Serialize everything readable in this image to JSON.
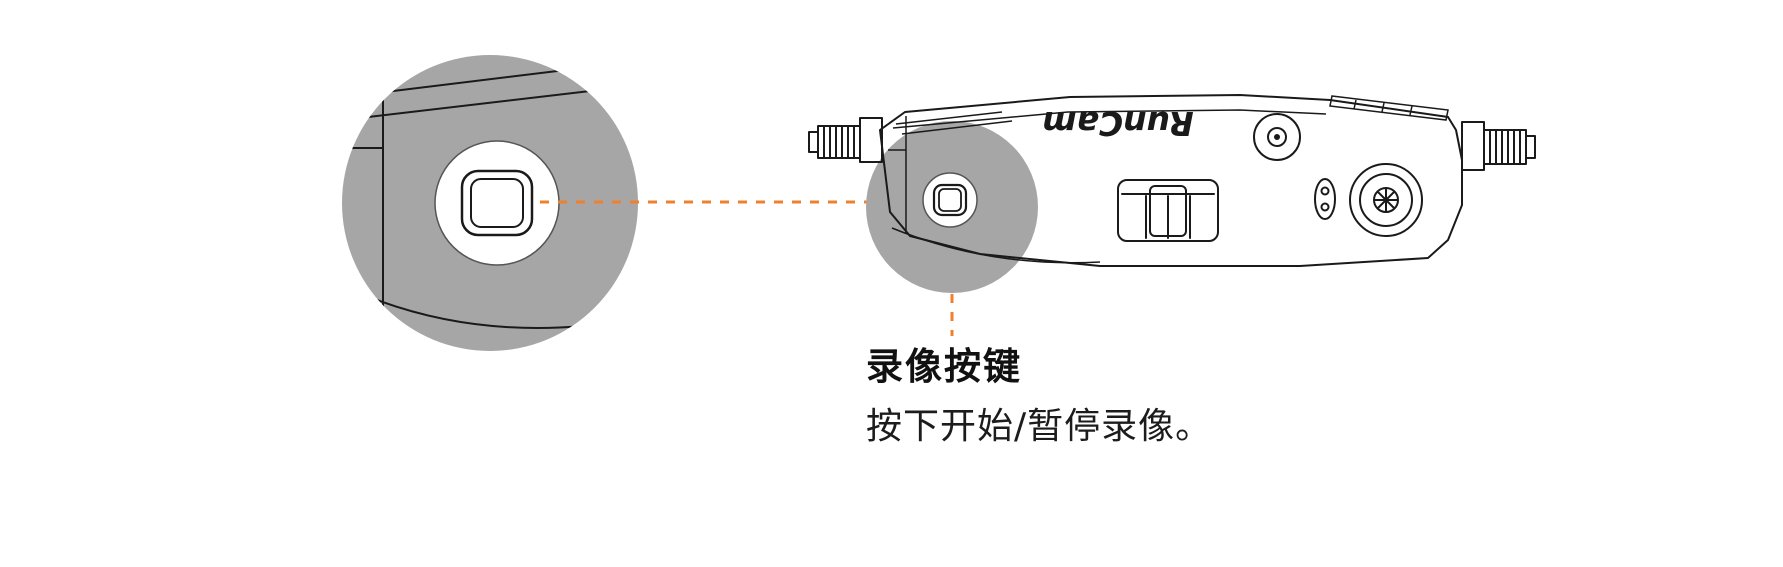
{
  "callout": {
    "title": "录像按键",
    "description": "按下开始/暂停录像。"
  },
  "device": {
    "brand": "RunCam"
  },
  "icons": {
    "record_button": "rounded-square-button",
    "lens": "camera-lens",
    "antenna_left": "threaded-antenna-connector",
    "antenna_right": "threaded-antenna-connector",
    "sma_connector": "round-connector"
  },
  "colors": {
    "accent": "#f0802e",
    "highlight_gray": "#a6a6a6",
    "line": "#1a1a1a",
    "background": "#ffffff"
  }
}
